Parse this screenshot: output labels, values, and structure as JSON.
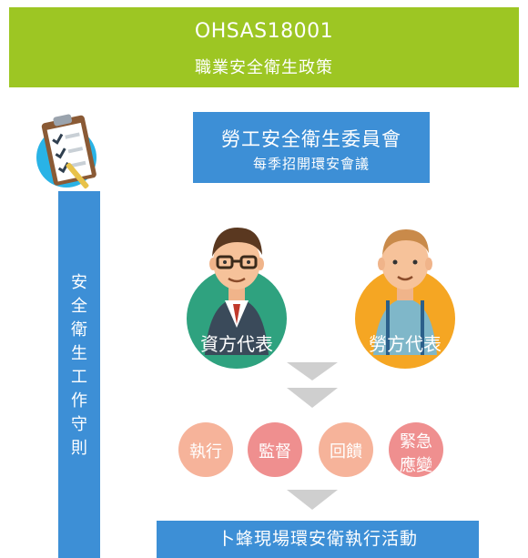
{
  "header": {
    "title": "OHSAS18001",
    "subtitle": "職業安全衛生政策"
  },
  "committee": {
    "title": "勞工安全衛生委員會",
    "subtitle": "每季招開環安會議"
  },
  "sidebar": {
    "chars": [
      "安",
      "全",
      "衛",
      "生",
      "工",
      "作",
      "守",
      "則"
    ]
  },
  "representatives": {
    "management": "資方代表",
    "labor": "勞方代表"
  },
  "actions": [
    {
      "lines": [
        "執行"
      ]
    },
    {
      "lines": [
        "監督"
      ]
    },
    {
      "lines": [
        "回饋"
      ]
    },
    {
      "lines": [
        "緊急",
        "應變"
      ]
    }
  ],
  "bottom": {
    "label": "卜蜂現場環安衛執行活動"
  },
  "colors": {
    "banner": "#9dc623",
    "blue": "#3d8fd6",
    "teal": "#2fa27f",
    "orange": "#f5a623",
    "action_light": "#f6b39a",
    "action_dark": "#ef8f8f",
    "arrow": "#cfcfcf"
  }
}
